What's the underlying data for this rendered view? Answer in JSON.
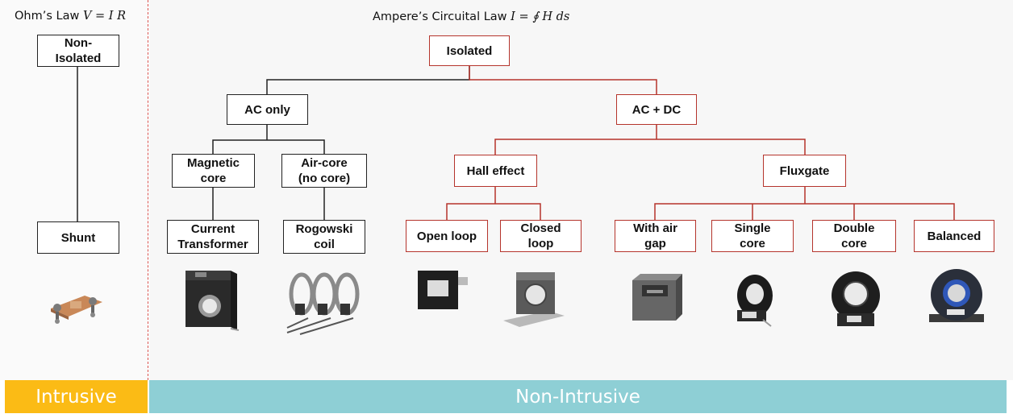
{
  "laws": {
    "ohm": {
      "label": "Ohm’s Law",
      "formula": "V = I R"
    },
    "ampere": {
      "label": "Ampere’s Circuital Law",
      "formula": "I = ∮ H ds"
    }
  },
  "nodes": {
    "non_isolated": "Non-\nIsolated",
    "shunt": "Shunt",
    "isolated": "Isolated",
    "ac_only": "AC only",
    "ac_dc": "AC + DC",
    "magnetic_core": "Magnetic\ncore",
    "air_core": "Air-core\n(no core)",
    "current_transformer": "Current\nTransformer",
    "rogowski_coil": "Rogowski\ncoil",
    "hall_effect": "Hall effect",
    "fluxgate": "Fluxgate",
    "open_loop": "Open loop",
    "closed_loop": "Closed\nloop",
    "with_air_gap": "With air\ngap",
    "single_core": "Single\ncore",
    "double_core": "Double\ncore",
    "balanced": "Balanced"
  },
  "bands": {
    "intrusive": "Intrusive",
    "non_intrusive": "Non-Intrusive"
  },
  "colors": {
    "intrusive_band": "#fbbb15",
    "non_intrusive_band": "#8ecfd5",
    "highlight_path": "#b5342c",
    "divider": "#d9534f"
  },
  "icons": [
    "shunt-photo",
    "current-transformer-photo",
    "rogowski-coil-photo",
    "open-loop-sensor-photo",
    "closed-loop-sensor-photo",
    "air-gap-fluxgate-photo",
    "single-core-fluxgate-photo",
    "double-core-fluxgate-photo",
    "balanced-fluxgate-photo"
  ]
}
